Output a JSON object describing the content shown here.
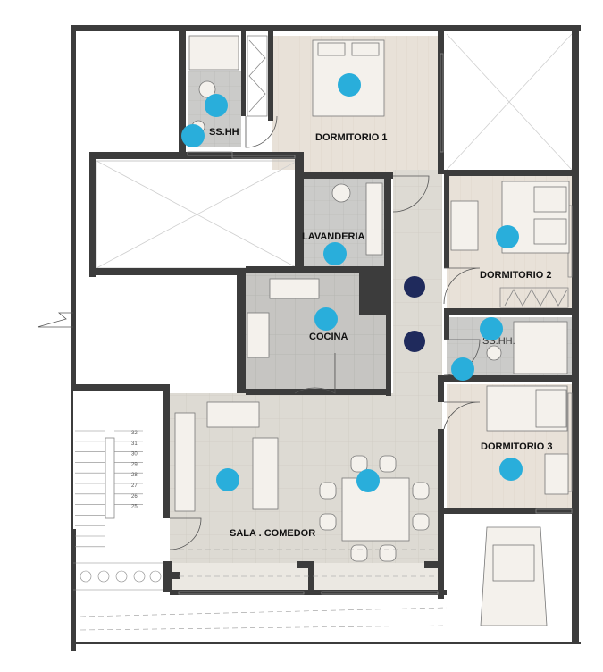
{
  "rooms": {
    "dormitorio1": "DORMITORIO 1",
    "dormitorio2": "DORMITORIO 2",
    "dormitorio3": "DORMITORIO 3",
    "sshh1": "SS.HH",
    "sshh2": "SS.HH.",
    "lavanderia": "LAVANDERIA",
    "cocina": "COCINA",
    "sala_comedor": "SALA . COMEDOR"
  },
  "stairs": {
    "steps": [
      "32",
      "31",
      "30",
      "29",
      "28",
      "27",
      "26",
      "25"
    ]
  },
  "colors": {
    "wall": "#3c3c3c",
    "wood_floor": "#e6dfd6",
    "tile_floor": "#dcdad4",
    "wet_floor": "#c9c9c7",
    "marker_cyan": "#29aedb",
    "marker_navy": "#1f2a5c"
  },
  "markers": {
    "cyan_icon": "room-hotspot",
    "navy_icon": "hall-hotspot"
  }
}
